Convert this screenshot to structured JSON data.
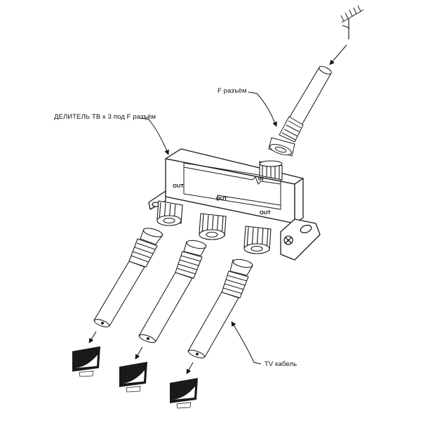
{
  "labels": {
    "splitter": "ДЕЛИТЕЛЬ ТВ х 3 под F разъём",
    "f_connector": "F разъём",
    "tv_cable": "TV кабель"
  },
  "ports": {
    "in": "IN",
    "out_left": "OUT",
    "out_middle": "OUT",
    "out_right": "OUT"
  },
  "icons": [
    "antenna-icon",
    "tv-screen-icon"
  ],
  "colors": {
    "stroke": "#1a1a1a",
    "background": "#ffffff"
  }
}
